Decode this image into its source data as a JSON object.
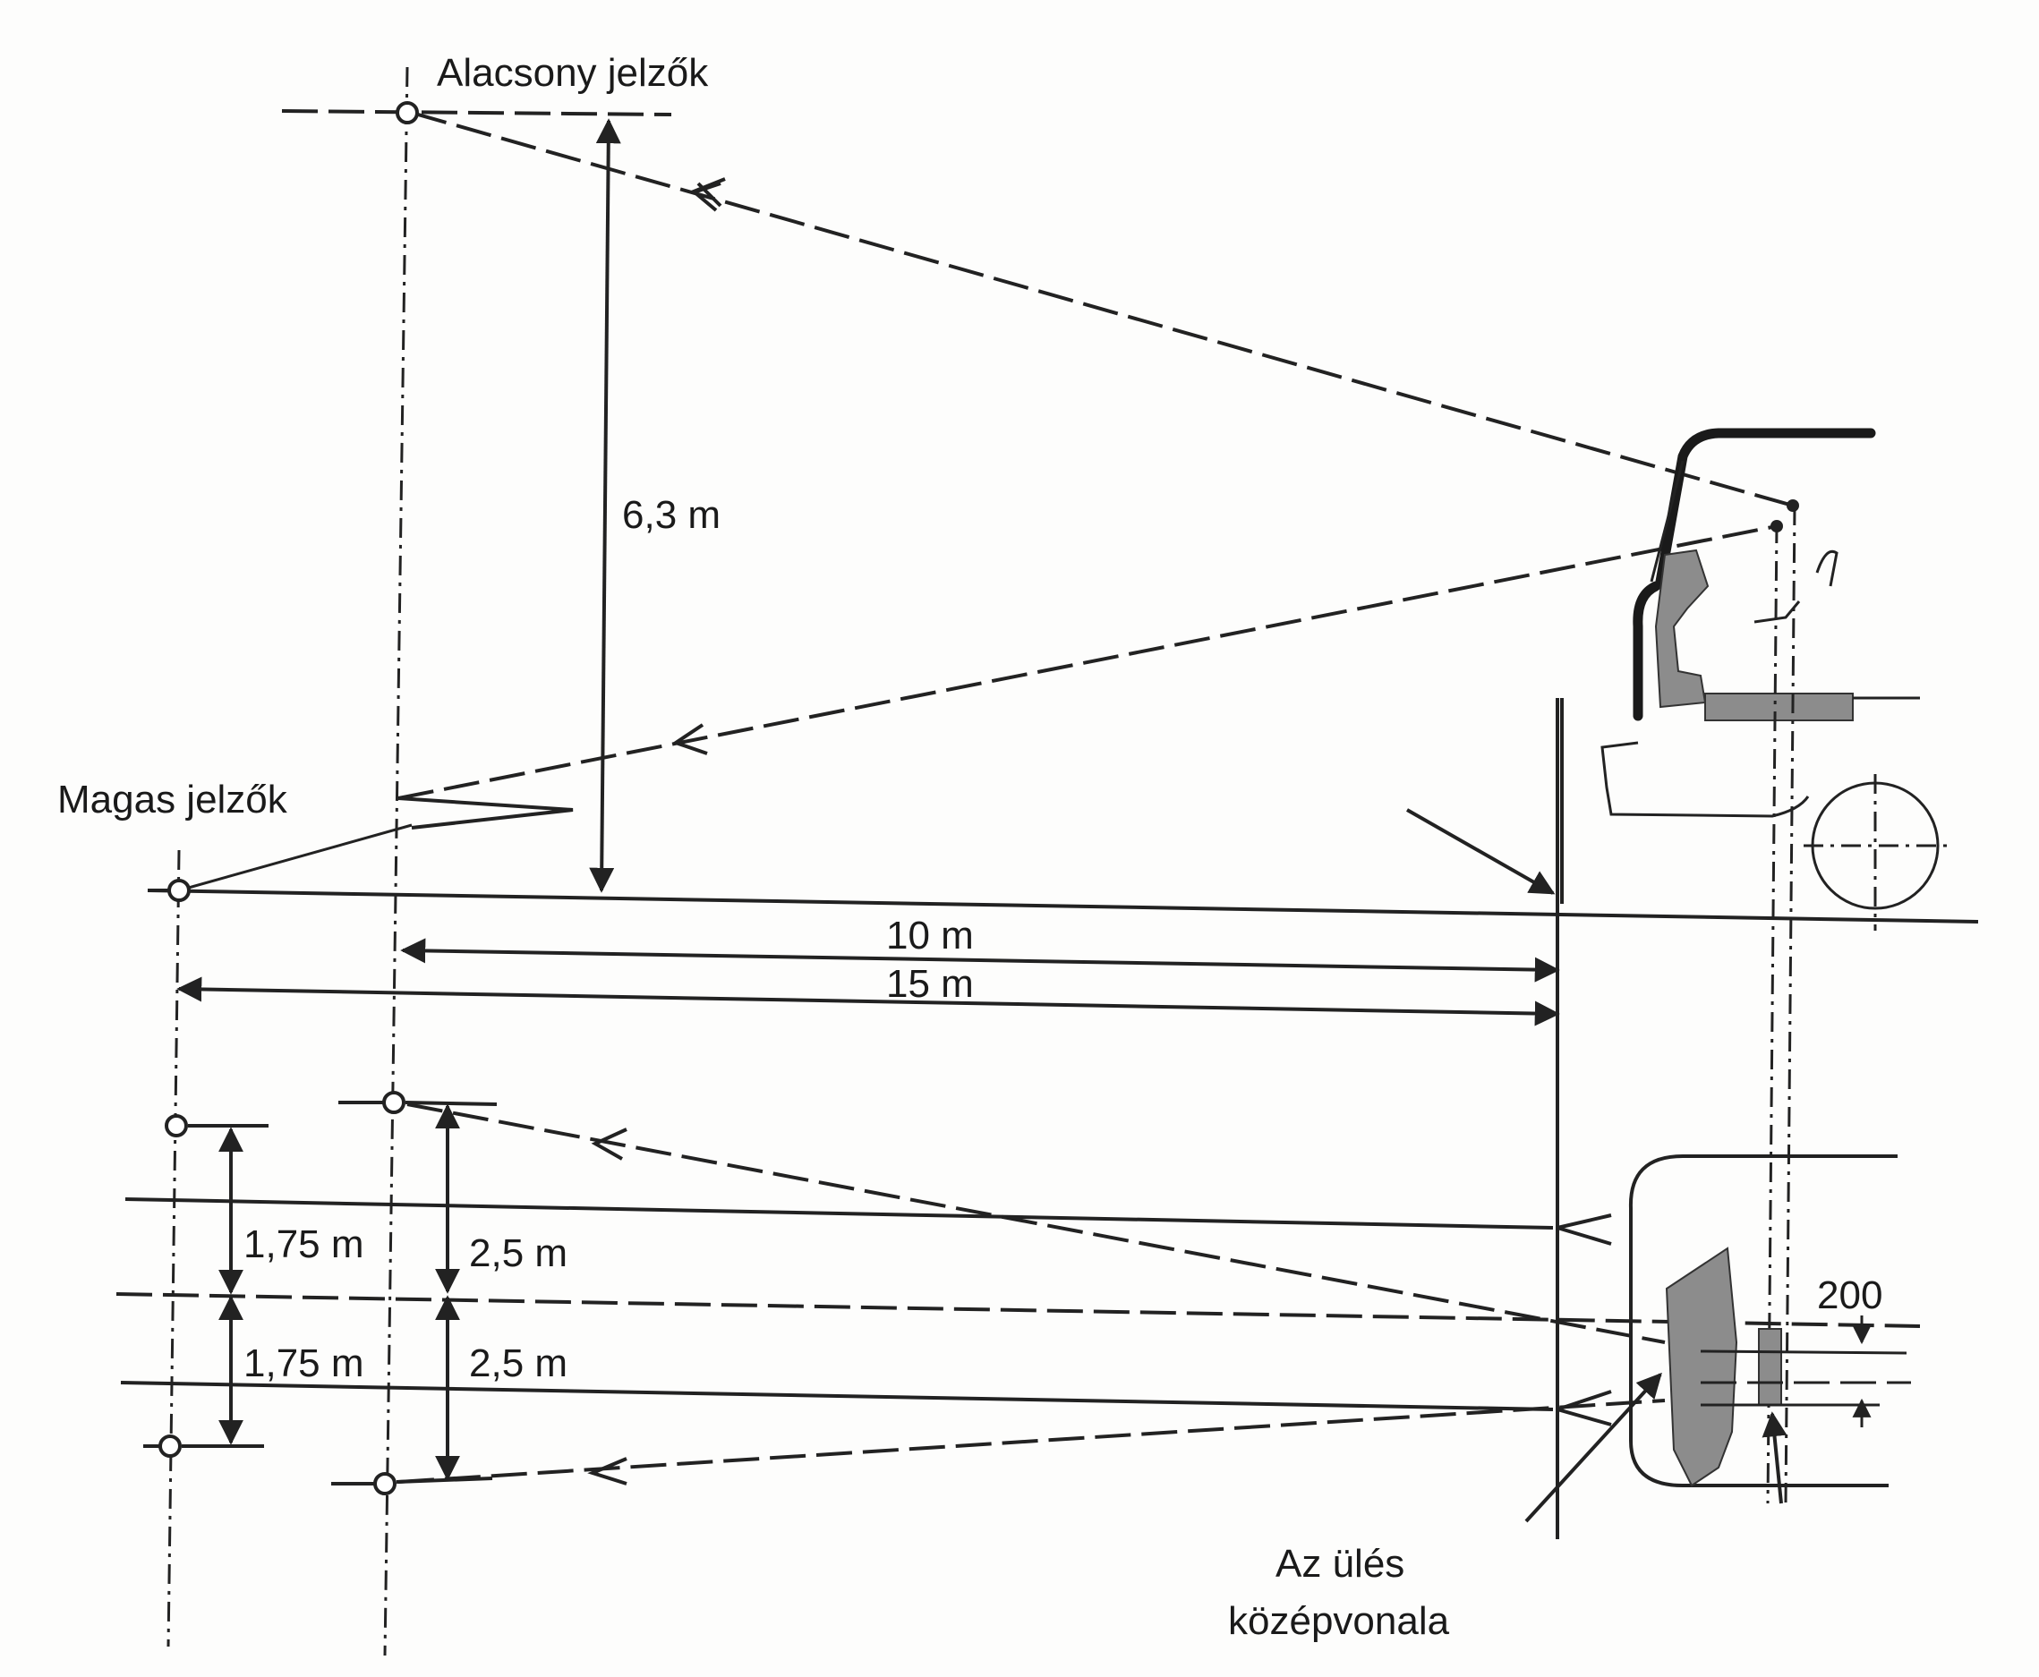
{
  "labels": {
    "low_markers": "Alacsony jelzők",
    "high_markers": "Magas jelzők",
    "height_dim": "6,3 m",
    "dist_10": "10 m",
    "dist_15": "15 m",
    "lat_175_top": "1,75 m",
    "lat_175_bottom": "1,75 m",
    "lat_25_top": "2,5 m",
    "lat_25_bottom": "2,5 m",
    "offset_200": "200",
    "seat_center_line1": "Az ülés",
    "seat_center_line2": "középvonala"
  }
}
